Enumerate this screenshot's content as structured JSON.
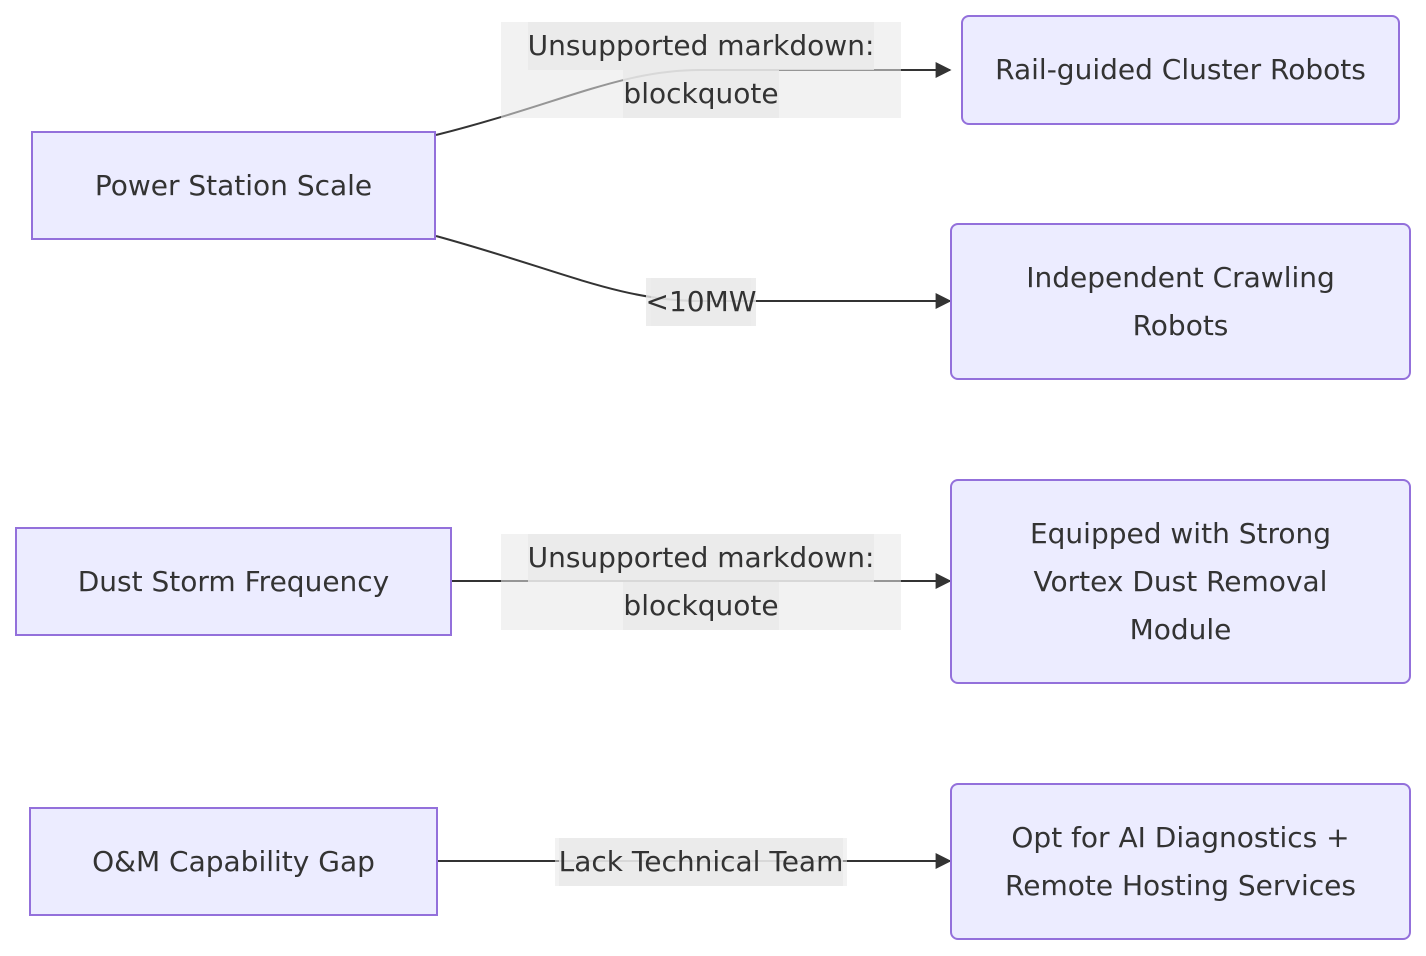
{
  "colors": {
    "node_fill": "#ECECFF",
    "node_border": "#9370DB",
    "edge": "#333333",
    "label_bg": "#E8E8E8"
  },
  "nodes": {
    "power_station_scale": "Power Station Scale",
    "dust_storm_frequency": "Dust Storm Frequency",
    "om_capability_gap": "O&M Capability Gap",
    "rail_guided": "Rail-guided Cluster Robots",
    "independent_crawling": [
      "Independent Crawling",
      "Robots"
    ],
    "vortex_module": [
      "Equipped with Strong",
      "Vortex Dust Removal",
      "Module"
    ],
    "ai_diagnostics": [
      "Opt for AI Diagnostics +",
      "Remote Hosting Services"
    ]
  },
  "edges": {
    "power_to_rail": [
      "Unsupported markdown:",
      "blockquote"
    ],
    "power_to_crawling": "<10MW",
    "dust_to_vortex": [
      "Unsupported markdown:",
      "blockquote"
    ],
    "om_to_ai": "Lack Technical Team"
  }
}
